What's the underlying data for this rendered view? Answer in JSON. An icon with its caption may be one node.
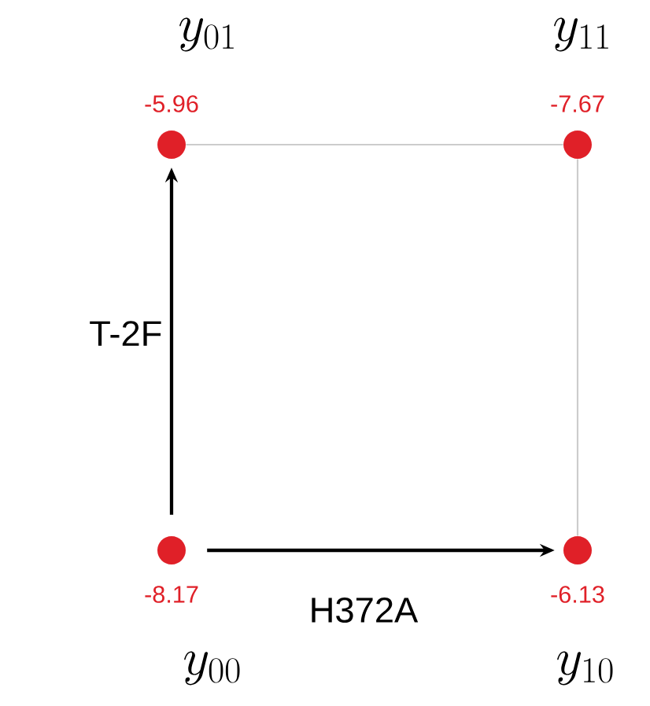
{
  "diagram": {
    "nodes": [
      {
        "text": [
          "y_{01}"
        ],
        "beside": [
          "-5.96"
        ]
      },
      {
        "text": [
          "y_{11}"
        ],
        "beside": [
          "-7.67"
        ]
      },
      {
        "text": [
          "y_{00}"
        ],
        "beside": [
          "-8.17"
        ]
      },
      {
        "text": [
          "y_{10}"
        ],
        "beside": [
          "-6.13"
        ]
      }
    ],
    "edges": [
      {
        "from": 2,
        "to": 0,
        "arrow": "to",
        "label": "T-2F"
      },
      {
        "from": 2,
        "to": 3,
        "arrow": "to",
        "label": "H372A"
      },
      {
        "from": 0,
        "to": 1,
        "arrow": "none",
        "color": "#cccccc"
      },
      {
        "from": 1,
        "to": 3,
        "arrow": "none",
        "color": "#cccccc"
      }
    ]
  }
}
